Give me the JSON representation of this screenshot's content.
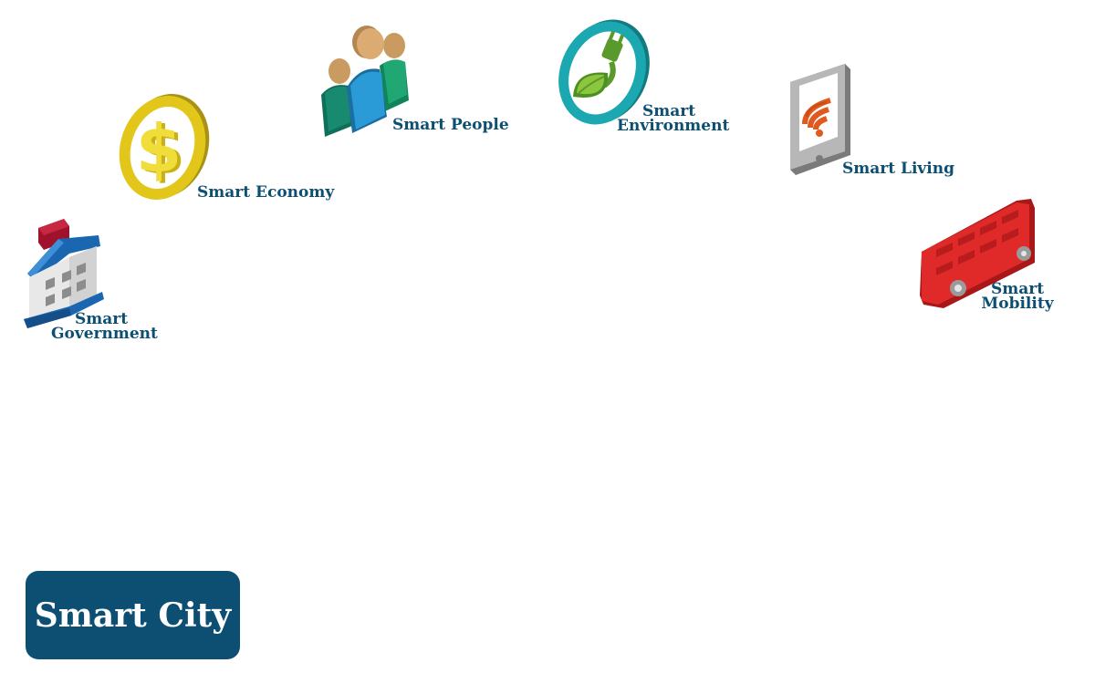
{
  "nodes": {
    "government": {
      "line1": "Smart",
      "line2": "Government",
      "icon": "government-building-icon",
      "color": "#1a66b0"
    },
    "economy": {
      "label": "Smart Economy",
      "icon": "dollar-coin-icon",
      "color": "#e3c61a"
    },
    "people": {
      "label": "Smart People",
      "icon": "people-group-icon",
      "color": "#2a95cf"
    },
    "environment": {
      "line1": "Smart",
      "line2": "Environment",
      "icon": "leaf-plug-icon",
      "color": "#1aa2aa"
    },
    "living": {
      "label": "Smart Living",
      "icon": "tablet-wifi-icon",
      "color": "#e0591e"
    },
    "mobility": {
      "line1": "Smart",
      "line2": "Mobility",
      "icon": "double-decker-bus-icon",
      "color": "#e02a2a"
    }
  },
  "center": {
    "label": "Smart City",
    "color": "#0d4f73"
  }
}
